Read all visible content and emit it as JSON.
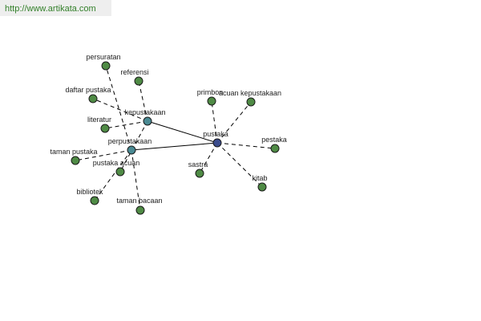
{
  "url_text": "http://www.artikata.com",
  "colors": {
    "word_node": "#4f8b45",
    "hub_node": "#4a8a93",
    "center_node": "#3b4c8c",
    "url_text": "#33802a",
    "url_background": "#eeeeee"
  },
  "nodes": [
    {
      "id": "pustaka",
      "label": "pustaka",
      "kind": "center"
    },
    {
      "id": "kepustakaan",
      "label": "kepustakaan",
      "kind": "hub"
    },
    {
      "id": "perpustakaan",
      "label": "perpustakaan",
      "kind": "hub"
    },
    {
      "id": "persuratan",
      "label": "persuratan",
      "kind": "word"
    },
    {
      "id": "referensi",
      "label": "referensi",
      "kind": "word"
    },
    {
      "id": "daftar-pustaka",
      "label": "daftar pustaka",
      "kind": "word"
    },
    {
      "id": "literatur",
      "label": "literatur",
      "kind": "word"
    },
    {
      "id": "taman-pustaka",
      "label": "taman pustaka",
      "kind": "word"
    },
    {
      "id": "pustaka-acuan",
      "label": "pustaka acuan",
      "kind": "word"
    },
    {
      "id": "bibliotek",
      "label": "bibliotek",
      "kind": "word"
    },
    {
      "id": "taman-bacaan",
      "label": "taman bacaan",
      "kind": "word"
    },
    {
      "id": "primbon",
      "label": "primbon",
      "kind": "word"
    },
    {
      "id": "acuan-kepustakaan",
      "label": "acuan kepustakaan",
      "kind": "word"
    },
    {
      "id": "pestaka",
      "label": "pestaka",
      "kind": "word"
    },
    {
      "id": "sastra",
      "label": "sastra",
      "kind": "word"
    },
    {
      "id": "kitab",
      "label": "kitab",
      "kind": "word"
    }
  ],
  "edges": [
    {
      "from": "pustaka",
      "to": "kepustakaan",
      "style": "solid"
    },
    {
      "from": "pustaka",
      "to": "perpustakaan",
      "style": "solid"
    },
    {
      "from": "pustaka",
      "to": "primbon",
      "style": "dashed"
    },
    {
      "from": "pustaka",
      "to": "acuan-kepustakaan",
      "style": "dashed"
    },
    {
      "from": "pustaka",
      "to": "pestaka",
      "style": "dashed"
    },
    {
      "from": "pustaka",
      "to": "sastra",
      "style": "dashed"
    },
    {
      "from": "pustaka",
      "to": "kitab",
      "style": "dashed"
    },
    {
      "from": "kepustakaan",
      "to": "referensi",
      "style": "dashed"
    },
    {
      "from": "kepustakaan",
      "to": "daftar-pustaka",
      "style": "dashed"
    },
    {
      "from": "kepustakaan",
      "to": "literatur",
      "style": "dashed"
    },
    {
      "from": "kepustakaan",
      "to": "pustaka-acuan",
      "style": "dashed"
    },
    {
      "from": "perpustakaan",
      "to": "persuratan",
      "style": "dashed"
    },
    {
      "from": "perpustakaan",
      "to": "taman-pustaka",
      "style": "dashed"
    },
    {
      "from": "perpustakaan",
      "to": "bibliotek",
      "style": "dashed"
    },
    {
      "from": "perpustakaan",
      "to": "taman-bacaan",
      "style": "dashed"
    }
  ]
}
